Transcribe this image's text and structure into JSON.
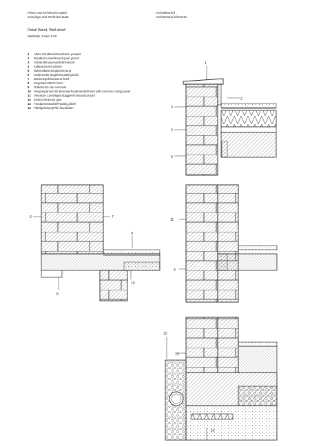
{
  "header": {
    "left_line1": "Pläne und technische Daten",
    "left_line2": "Drawings and Technical Data",
    "right_line1": "Architekturteil",
    "right_line2": "Architectural elements"
  },
  "title": {
    "de": "Detail Wand,",
    "en": "Wall detail"
  },
  "scale": "Maßstab, Scale 1:20",
  "legend": [
    {
      "n": "1",
      "de": "Attika Sandstein",
      "en": "Sandstone parapet"
    },
    {
      "n": "2",
      "de": "Rundkorn Kies",
      "en": "Round grain gravel"
    },
    {
      "n": "3",
      "de": "Verbandsmauerwerk",
      "en": "Brickwork"
    },
    {
      "n": "4",
      "de": "Kalkputz",
      "en": "Lime plaster"
    },
    {
      "n": "5",
      "de": "Wärmedämmung",
      "en": "Dämmung"
    },
    {
      "n": "6",
      "de": "Isolierender Ziegel",
      "en": "Insulating brick"
    },
    {
      "n": "7",
      "de": "Blockziegel",
      "en": "Structural brick"
    },
    {
      "n": "8",
      "de": "Ziegelsturz",
      "en": "Brick lintel"
    },
    {
      "n": "9",
      "de": "Ortbeton",
      "en": "In situ concrete"
    },
    {
      "n": "10",
      "de": "Vergusspaneel mit Betonverbundmantel",
      "en": "Panel with concrete casing panel"
    },
    {
      "n": "11",
      "de": "Versetzte Lamellage",
      "en": "Staggered horizontal joint"
    },
    {
      "n": "12",
      "de": "Sickerrohr",
      "en": "Drain pipe"
    },
    {
      "n": "13",
      "de": "Fundamentsockel",
      "en": "Footing plinth"
    },
    {
      "n": "14",
      "de": "Pfahlgründung",
      "en": "Pile foundation"
    }
  ],
  "callouts": {
    "d1": [
      "1",
      "2",
      "3",
      "4",
      "5"
    ],
    "d2": [
      "6",
      "7",
      "8",
      "9",
      "10"
    ],
    "d3": [
      "11",
      "3"
    ],
    "d4": [
      "12",
      "13",
      "14"
    ]
  }
}
